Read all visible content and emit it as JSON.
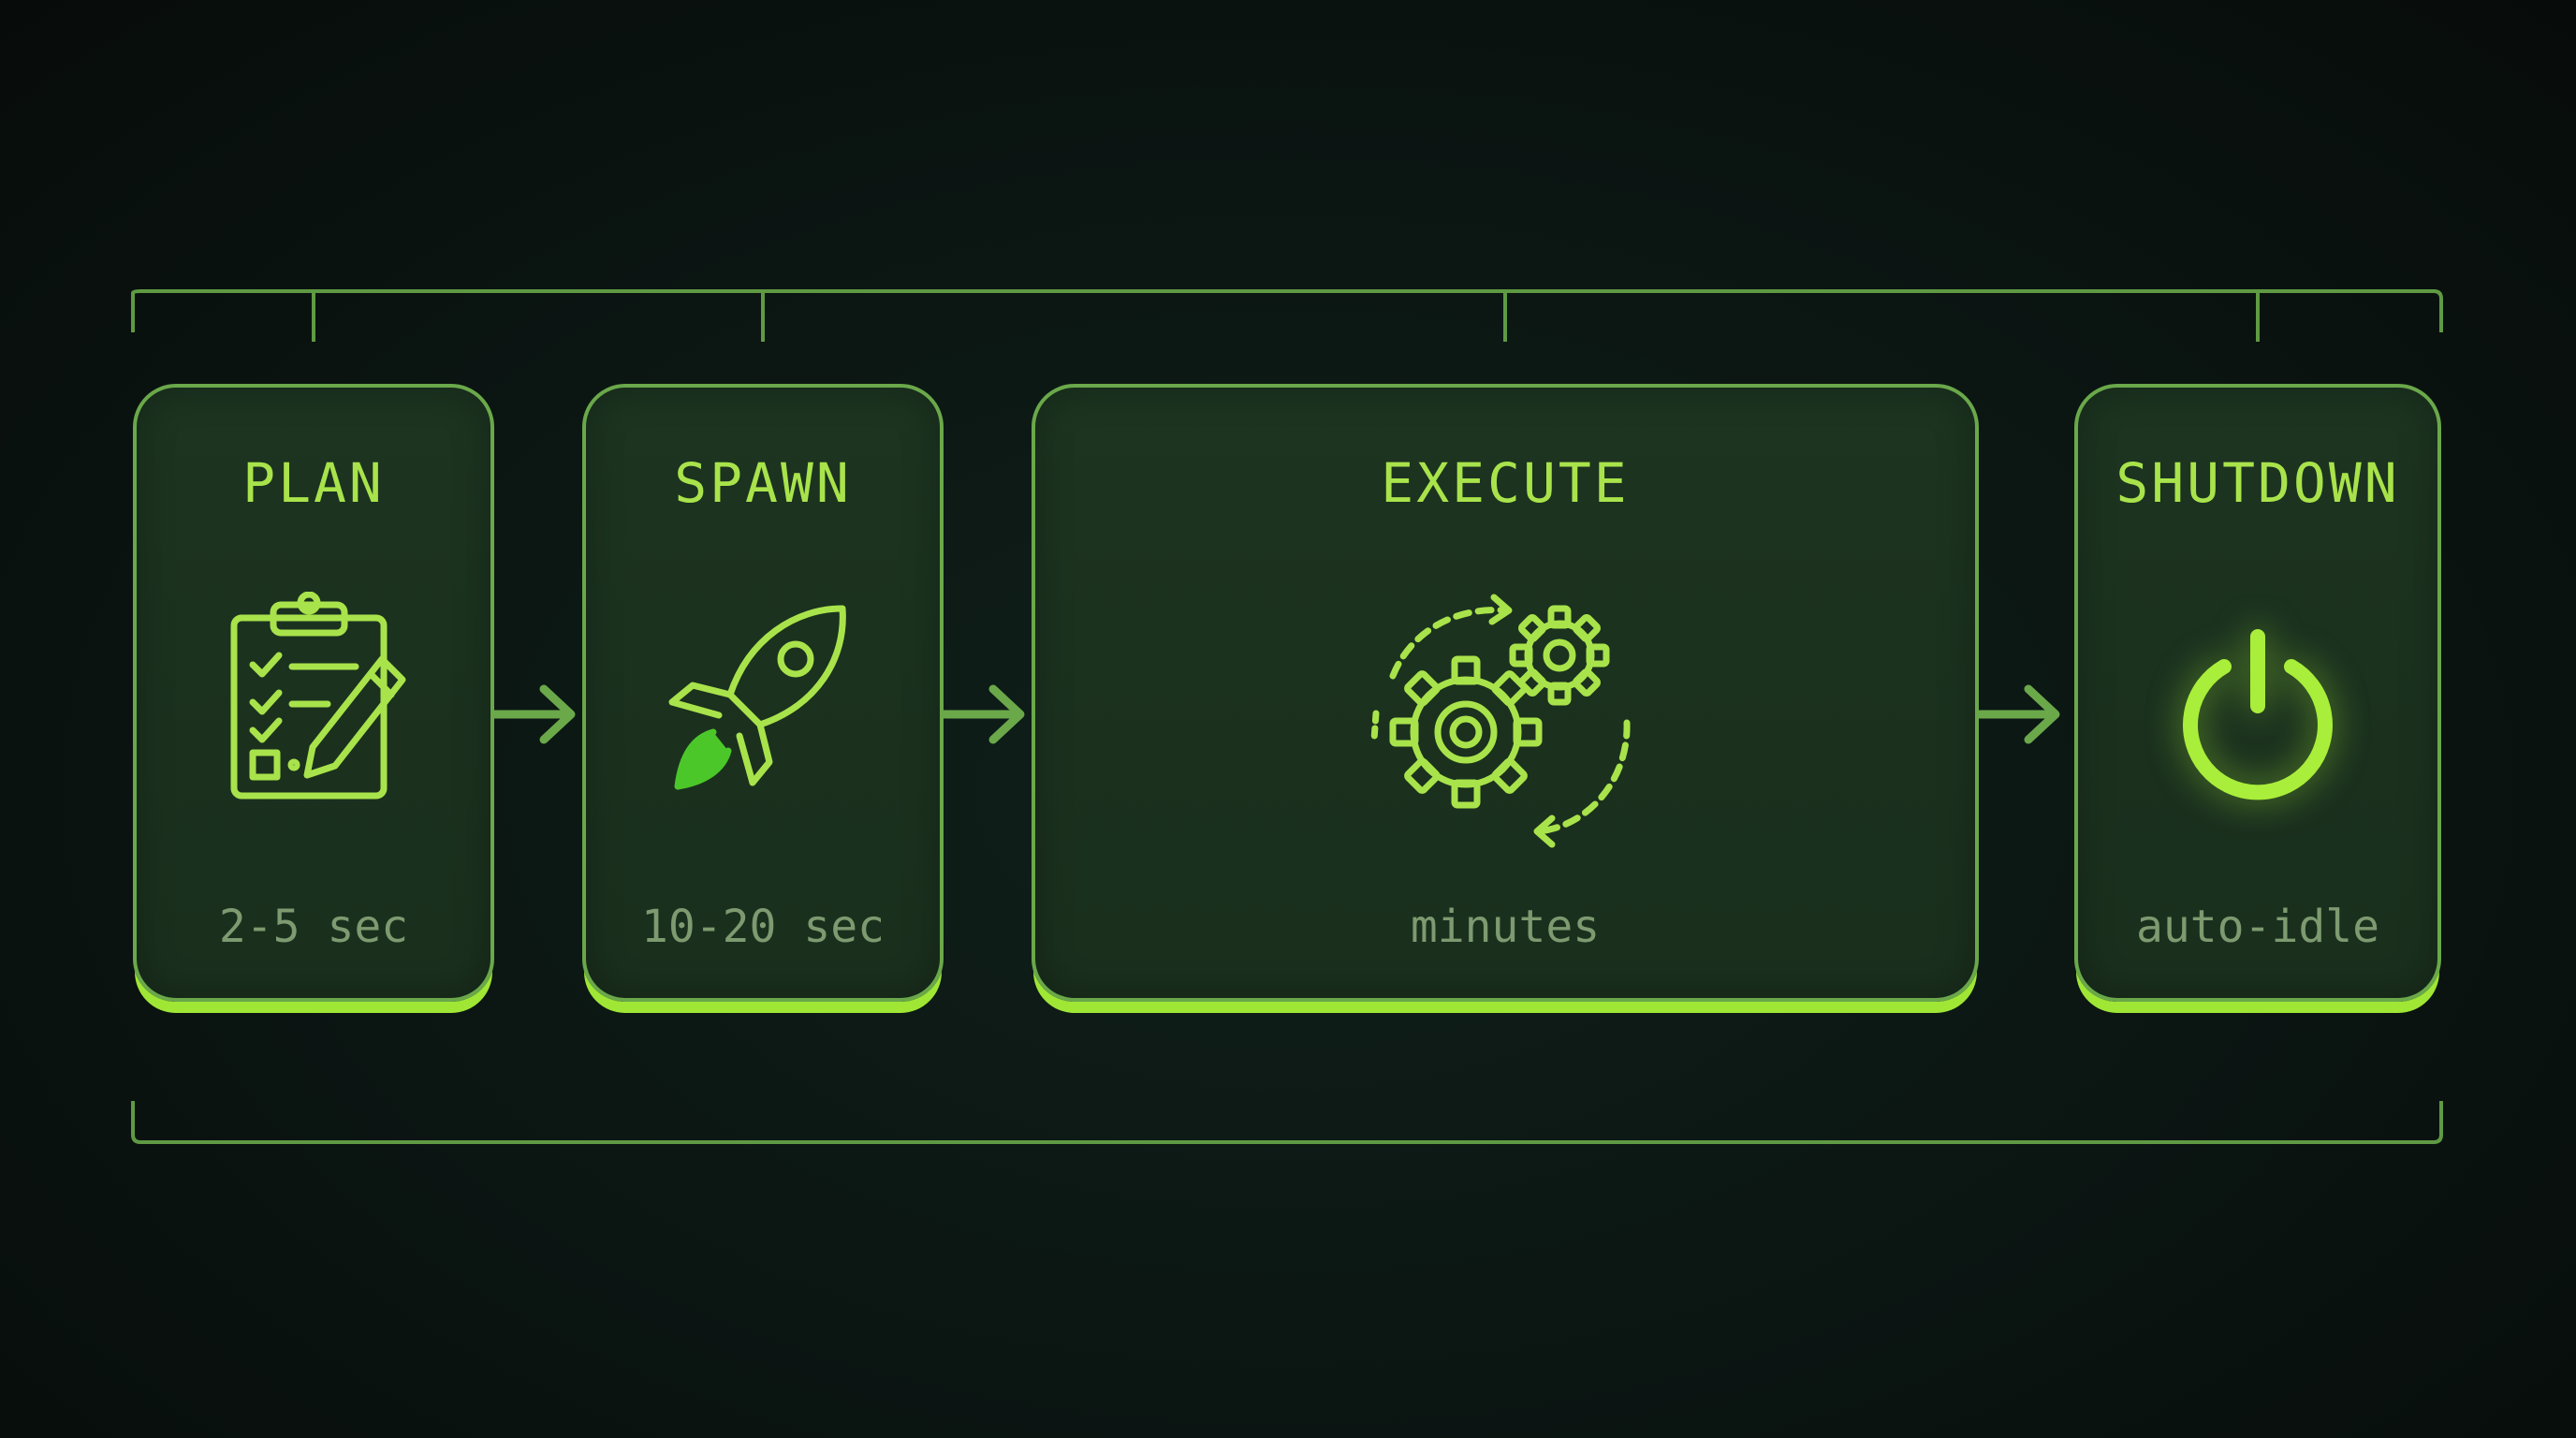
{
  "stages": [
    {
      "title": "PLAN",
      "duration": "2-5 sec",
      "icon": "clipboard-checklist-icon"
    },
    {
      "title": "SPAWN",
      "duration": "10-20 sec",
      "icon": "rocket-icon"
    },
    {
      "title": "EXECUTE",
      "duration": "minutes",
      "icon": "gears-cycle-icon"
    },
    {
      "title": "SHUTDOWN",
      "duration": "auto-idle",
      "icon": "power-icon"
    }
  ],
  "colors": {
    "background": "#0b1512",
    "card_fill": "#1c3420",
    "card_border": "#6aa84a",
    "accent": "#a9e34b",
    "glow": "#9fe635",
    "muted_text": "#7d9a70",
    "arrow": "#6aa84a"
  }
}
